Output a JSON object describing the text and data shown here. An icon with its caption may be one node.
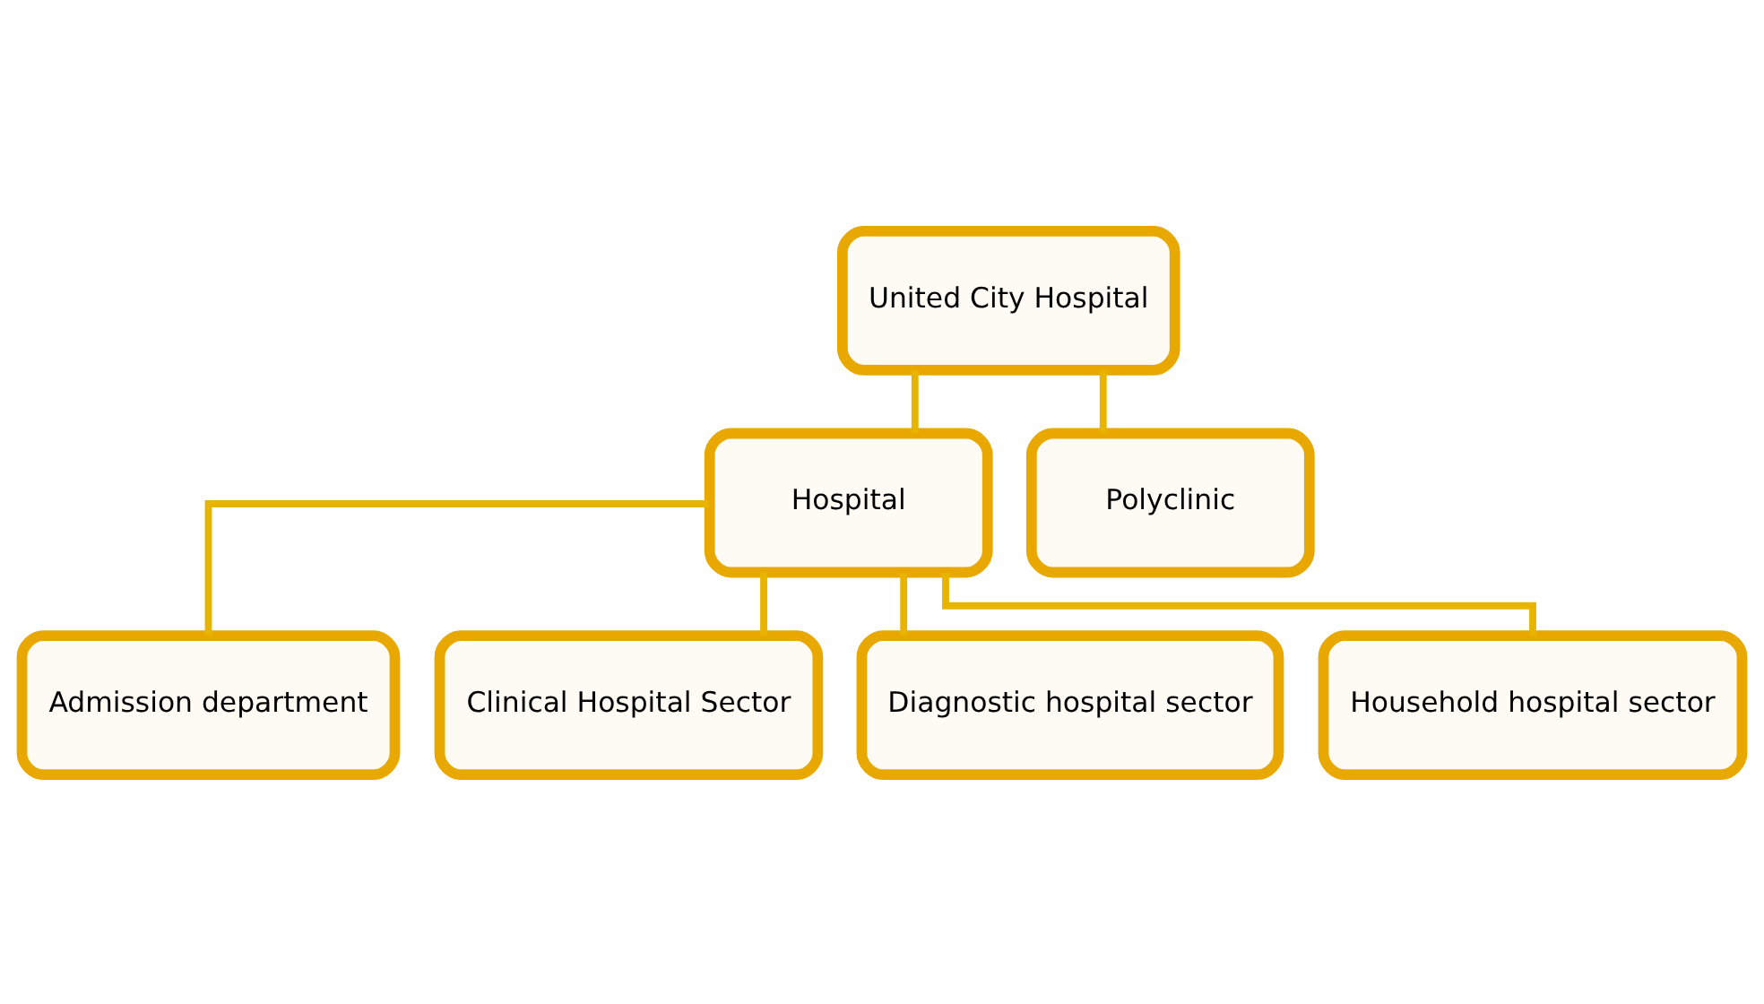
{
  "diagram": {
    "nodes": [
      {
        "text": [
          "United City Hospital"
        ]
      },
      {
        "text": [
          "Hospital"
        ]
      },
      {
        "text": [
          "Polyclinic"
        ]
      },
      {
        "text": [
          "Admission department"
        ]
      },
      {
        "text": [
          "Clinical Hospital Sector"
        ]
      },
      {
        "text": [
          "Diagnostic hospital sector"
        ]
      },
      {
        "text": [
          "Household hospital sector"
        ]
      }
    ],
    "edges": [
      {
        "from": 0,
        "to": 1,
        "arrow": "none"
      },
      {
        "from": 0,
        "to": 2,
        "arrow": "none"
      },
      {
        "from": 1,
        "to": 3,
        "arrow": "none"
      },
      {
        "from": 1,
        "to": 4,
        "arrow": "none"
      },
      {
        "from": 1,
        "to": 5,
        "arrow": "none"
      },
      {
        "from": 1,
        "to": 6,
        "arrow": "none"
      }
    ]
  }
}
